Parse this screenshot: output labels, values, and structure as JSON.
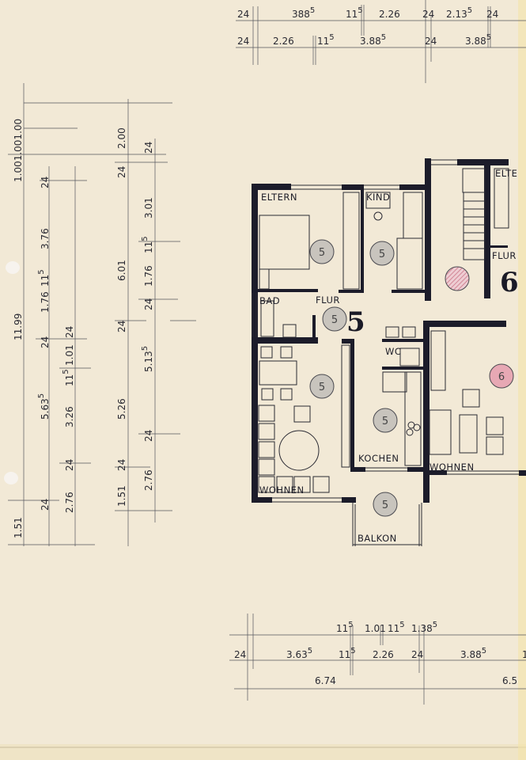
{
  "colors": {
    "paper": "#f2e9d6",
    "wall": "#1c1c2a",
    "badge_grey": "#c8c4bd",
    "badge_pink": "#e7a8b4",
    "hatch_pink": "#c96f82"
  },
  "unit_numbers": {
    "left": "5",
    "right": "6"
  },
  "rooms": [
    {
      "id": "eltern",
      "label": "ELTERN"
    },
    {
      "id": "kind",
      "label": "KIND"
    },
    {
      "id": "bad",
      "label": "BAD"
    },
    {
      "id": "flur",
      "label": "FLUR"
    },
    {
      "id": "wc",
      "label": "WC"
    },
    {
      "id": "kochen",
      "label": "KOCHEN"
    },
    {
      "id": "wohnen",
      "label": "WOHNEN"
    },
    {
      "id": "wohnen-6",
      "label": "WOHNEN"
    },
    {
      "id": "balkon",
      "label": "BALKON"
    },
    {
      "id": "eltern-6",
      "label": "ELTE"
    },
    {
      "id": "flur-6",
      "label": "FLUR"
    }
  ],
  "badges": [
    {
      "value": "5",
      "type": "grey"
    },
    {
      "value": "5",
      "type": "grey"
    },
    {
      "value": "5",
      "type": "grey"
    },
    {
      "value": "5",
      "type": "grey"
    },
    {
      "value": "5",
      "type": "grey"
    },
    {
      "value": "5",
      "type": "grey"
    },
    {
      "value": "6",
      "type": "pink"
    },
    {
      "value": "",
      "type": "hatched"
    }
  ],
  "dimensions": {
    "top_row_1": [
      {
        "t": "24"
      },
      {
        "t": "388",
        "s": "5"
      },
      {
        "t": "11",
        "s": "5"
      },
      {
        "t": "2.26"
      },
      {
        "t": "24"
      },
      {
        "t": "2.13",
        "s": "5"
      },
      {
        "t": "24"
      }
    ],
    "top_row_2": [
      {
        "t": "24"
      },
      {
        "t": "2.26"
      },
      {
        "t": "11",
        "s": "5"
      },
      {
        "t": "3.88",
        "s": "5"
      },
      {
        "t": "24"
      },
      {
        "t": "3.88",
        "s": "5"
      }
    ],
    "bottom_row_1": [
      {
        "t": "11",
        "s": "5"
      },
      {
        "t": "1.01"
      },
      {
        "t": "11",
        "s": "5"
      },
      {
        "t": "1.38",
        "s": "5"
      }
    ],
    "bottom_row_2": [
      {
        "t": "24"
      },
      {
        "t": "3.63",
        "s": "5"
      },
      {
        "t": "11",
        "s": "5"
      },
      {
        "t": "2.26"
      },
      {
        "t": "24"
      },
      {
        "t": "3.88",
        "s": "5"
      },
      {
        "t": "1"
      }
    ],
    "bottom_row_3": [
      {
        "t": "6.74"
      },
      {
        "t": "6.5"
      }
    ],
    "left_col_1": [
      {
        "t": "1.51"
      },
      {
        "t": "11.99"
      },
      {
        "t": "1.001.001.00"
      }
    ],
    "left_col_2": [
      {
        "t": "24"
      },
      {
        "t": "5.63",
        "s": "5"
      },
      {
        "t": "24"
      },
      {
        "t": "1.76"
      },
      {
        "t": "11",
        "s": "5"
      },
      {
        "t": "3.76"
      },
      {
        "t": "24"
      }
    ],
    "left_col_3": [
      {
        "t": "2.76"
      },
      {
        "t": "24"
      },
      {
        "t": "3.26"
      },
      {
        "t": "11",
        "s": "5"
      },
      {
        "t": "1.01"
      },
      {
        "t": "24"
      }
    ],
    "left_col_4": [
      {
        "t": "1.51"
      },
      {
        "t": "24"
      },
      {
        "t": "5.26"
      },
      {
        "t": "24"
      },
      {
        "t": "6.01"
      },
      {
        "t": "24"
      },
      {
        "t": "2.00"
      }
    ],
    "left_col_5": [
      {
        "t": "2.76"
      },
      {
        "t": "24"
      },
      {
        "t": "5.13",
        "s": "5"
      },
      {
        "t": "24"
      },
      {
        "t": "1.76"
      },
      {
        "t": "11",
        "s": "5"
      },
      {
        "t": "3.01"
      },
      {
        "t": "24"
      }
    ]
  }
}
